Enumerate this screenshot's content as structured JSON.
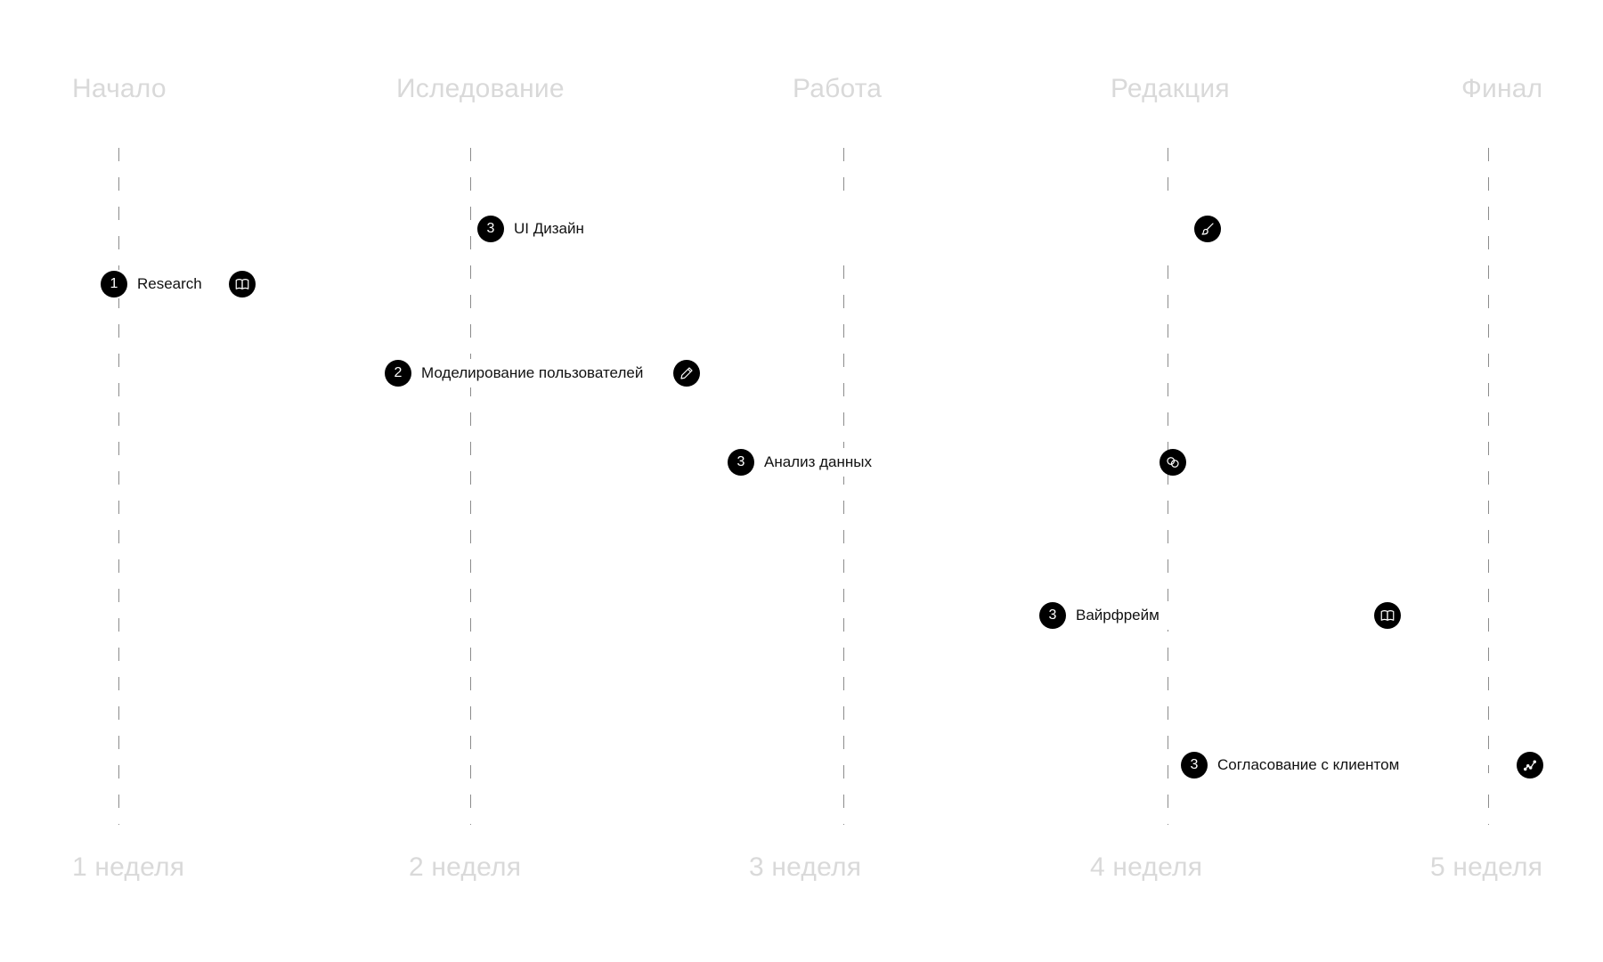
{
  "phases": [
    "Начало",
    "Иследование",
    "Работа",
    "Редакция",
    "Финал"
  ],
  "weeks": [
    "1 неделя",
    "2 неделя",
    "3 неделя",
    "4 неделя",
    "5 неделя"
  ],
  "tasks": [
    {
      "number": "1",
      "label": "Research",
      "icon": "book-icon"
    },
    {
      "number": "3",
      "label": "UI Дизайн",
      "icon": "brush-icon"
    },
    {
      "number": "2",
      "label": "Моделирование пользователей",
      "icon": "pencil-icon"
    },
    {
      "number": "3",
      "label": "Анализ данных",
      "icon": "overlap-circles-icon"
    },
    {
      "number": "3",
      "label": "Вайрфрейм",
      "icon": "book-icon"
    },
    {
      "number": "3",
      "label": "Согласование с клиентом",
      "icon": "chart-line-icon"
    }
  ],
  "colors": {
    "accent": "#000000",
    "muted_label": "#d9d9d9",
    "guide_line": "#8c8c8c",
    "text": "#111111"
  }
}
